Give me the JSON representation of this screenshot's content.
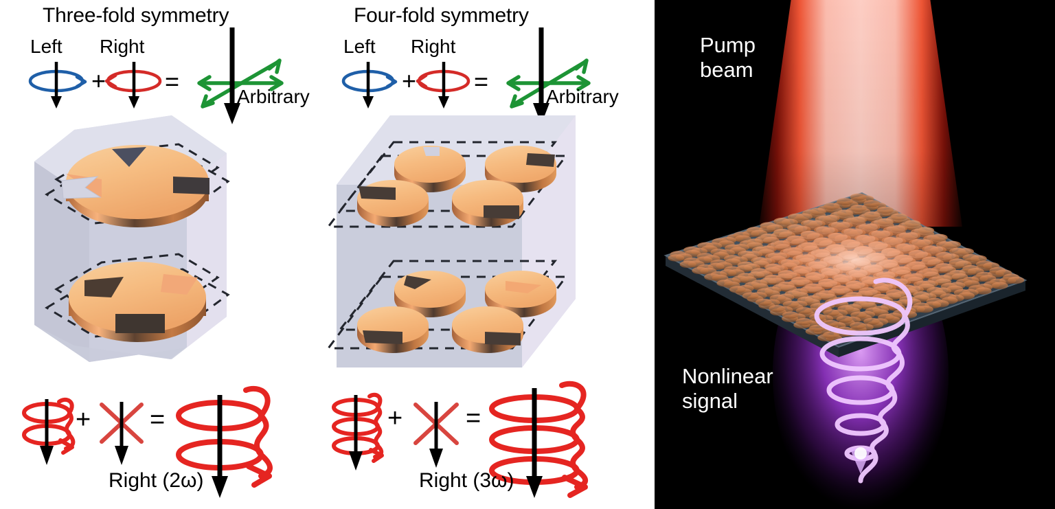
{
  "figure": {
    "background": "#ffffff",
    "dark_background": "#000000"
  },
  "panels": [
    {
      "id": "three-fold",
      "title": "Three-fold symmetry",
      "input": {
        "left_label": "Left",
        "right_label": "Right",
        "plus": "+",
        "equals": "=",
        "result_label": "Arbitrary",
        "left_handedness": "left-circular",
        "right_handedness": "right-circular",
        "left_color": "#1f5fa8",
        "right_color": "#d42b28",
        "result_color": "#1d9435"
      },
      "structure": {
        "shape": "hexagonal-prism",
        "layers": 2,
        "meta_atom": "trefoil-disc",
        "notches_per_disc": 3,
        "discs_per_layer": 1,
        "disc_color": "#f3b37a",
        "prism_color": "#d5d6e2"
      },
      "output": {
        "helix_turns_small": 2,
        "cross": "x-cross",
        "plus": "+",
        "equals": "=",
        "helix_turns_large": 2,
        "label": "Right (2ω)",
        "helix_color": "#e52521"
      }
    },
    {
      "id": "four-fold",
      "title": "Four-fold symmetry",
      "input": {
        "left_label": "Left",
        "right_label": "Right",
        "plus": "+",
        "equals": "=",
        "result_label": "Arbitrary",
        "left_handedness": "left-circular",
        "right_handedness": "right-circular",
        "left_color": "#1f5fa8",
        "right_color": "#d42b28",
        "result_color": "#1d9435"
      },
      "structure": {
        "shape": "cube",
        "layers": 2,
        "meta_atom": "split-ring-disc",
        "notches_per_disc": 1,
        "discs_per_layer": 4,
        "disc_color": "#f3b37a",
        "prism_color": "#d5d6e2"
      },
      "output": {
        "helix_turns_small": 3,
        "cross": "x-cross",
        "plus": "+",
        "equals": "=",
        "helix_turns_large": 3,
        "label": "Right (3ω)",
        "helix_color": "#e52521"
      }
    }
  ],
  "experiment_panel": {
    "pump_label": "Pump\nbeam",
    "signal_label": "Nonlinear\nsignal",
    "pump_color": "#f9b3a8",
    "signal_color": "#bb5cf0",
    "metasurface_color": "#3b4a57",
    "nanostructure_color": "#c9754a",
    "signal_helix_turns": 5
  }
}
